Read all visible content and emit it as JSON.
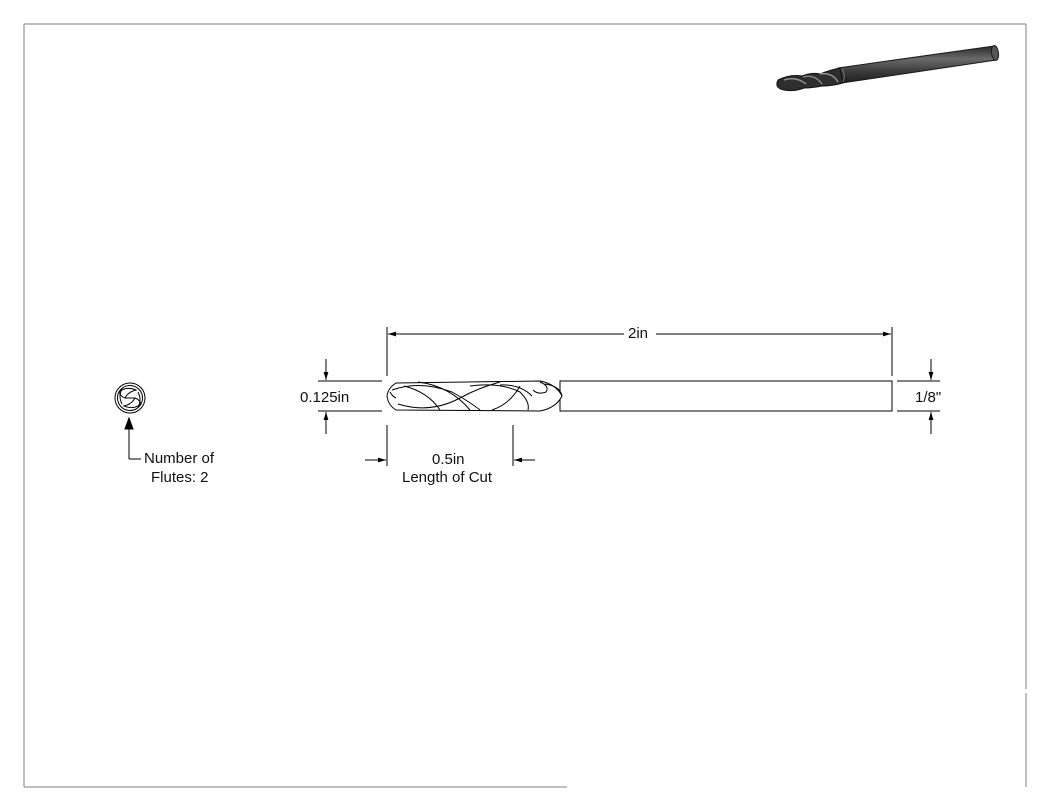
{
  "drawing": {
    "colors": {
      "line": "#000000",
      "border": "#7f7f7f",
      "tool_dark": "#3a3a3a",
      "tool_mid": "#5a5a5a"
    },
    "end_view": {
      "callout_line1": "Number of",
      "callout_line2": "Flutes: 2"
    },
    "dimensions": {
      "overall_length": "2in",
      "diameter": "0.125in",
      "shank_diameter": "1/8\"",
      "length_of_cut_value": "0.5in",
      "length_of_cut_label": "Length of Cut"
    },
    "iso_view": {
      "icon": "end-mill-isometric-icon"
    }
  }
}
